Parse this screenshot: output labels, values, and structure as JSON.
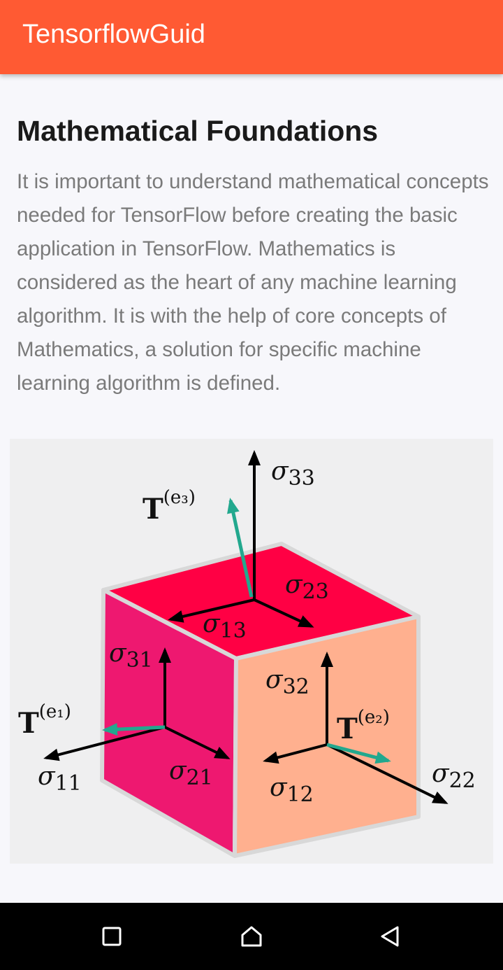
{
  "app_bar": {
    "title": "TensorflowGuid"
  },
  "article": {
    "heading": "Mathematical Foundations",
    "paragraph": "It is important to understand mathematical concepts needed for TensorFlow before creating the basic application in TensorFlow. Mathematics is considered as the heart of any machine learning algorithm. It is with the help of core concepts of Mathematics, a solution for specific machine learning algorithm is defined."
  },
  "figure": {
    "face_colors": {
      "top": "#ff0044",
      "left": "#ee1870",
      "right": "#ffb08f"
    },
    "arrow_colors": {
      "stress": "#000000",
      "traction": "#22a88e"
    },
    "labels": {
      "s11": "11",
      "s12": "12",
      "s13": "13",
      "s21": "21",
      "s22": "22",
      "s23": "23",
      "s31": "31",
      "s32": "32",
      "s33": "33",
      "sigma": "σ",
      "T": "T",
      "e1": "(e₁)",
      "e2": "(e₂)",
      "e3": "(e₃)"
    }
  },
  "nav": {
    "recents_icon": "square-icon",
    "home_icon": "home-icon",
    "back_icon": "triangle-back-icon"
  }
}
